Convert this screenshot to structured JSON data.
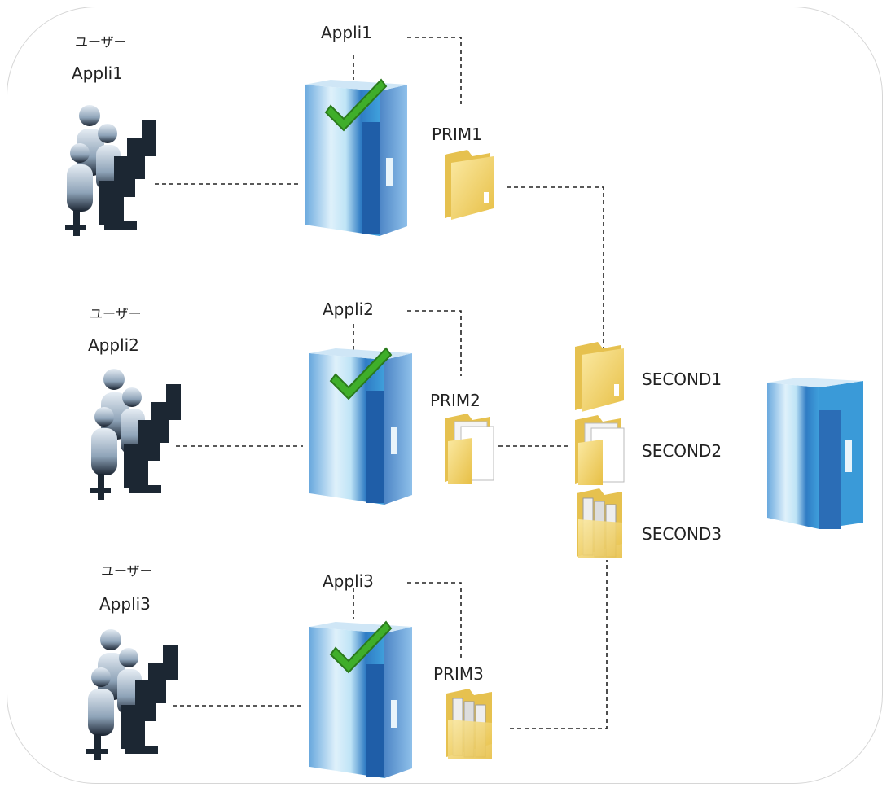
{
  "users": [
    {
      "group_label": "ユーザー",
      "app_label": "Appli1"
    },
    {
      "group_label": "ユーザー",
      "app_label": "Appli2"
    },
    {
      "group_label": "ユーザー",
      "app_label": "Appli3"
    }
  ],
  "servers": [
    {
      "label": "Appli1",
      "status": "check-icon"
    },
    {
      "label": "Appli2",
      "status": "check-icon"
    },
    {
      "label": "Appli3",
      "status": "check-icon"
    }
  ],
  "primary_folders": [
    {
      "label": "PRIM1"
    },
    {
      "label": "PRIM2"
    },
    {
      "label": "PRIM3"
    }
  ],
  "secondary_folders": [
    {
      "label": "SECOND1"
    },
    {
      "label": "SECOND2"
    },
    {
      "label": "SECOND3"
    }
  ],
  "colors": {
    "server_blue": "#3a8fd6",
    "check_green": "#3fae2a",
    "folder_yellow": "#f3d46a",
    "frame": "#d6d6d6"
  }
}
